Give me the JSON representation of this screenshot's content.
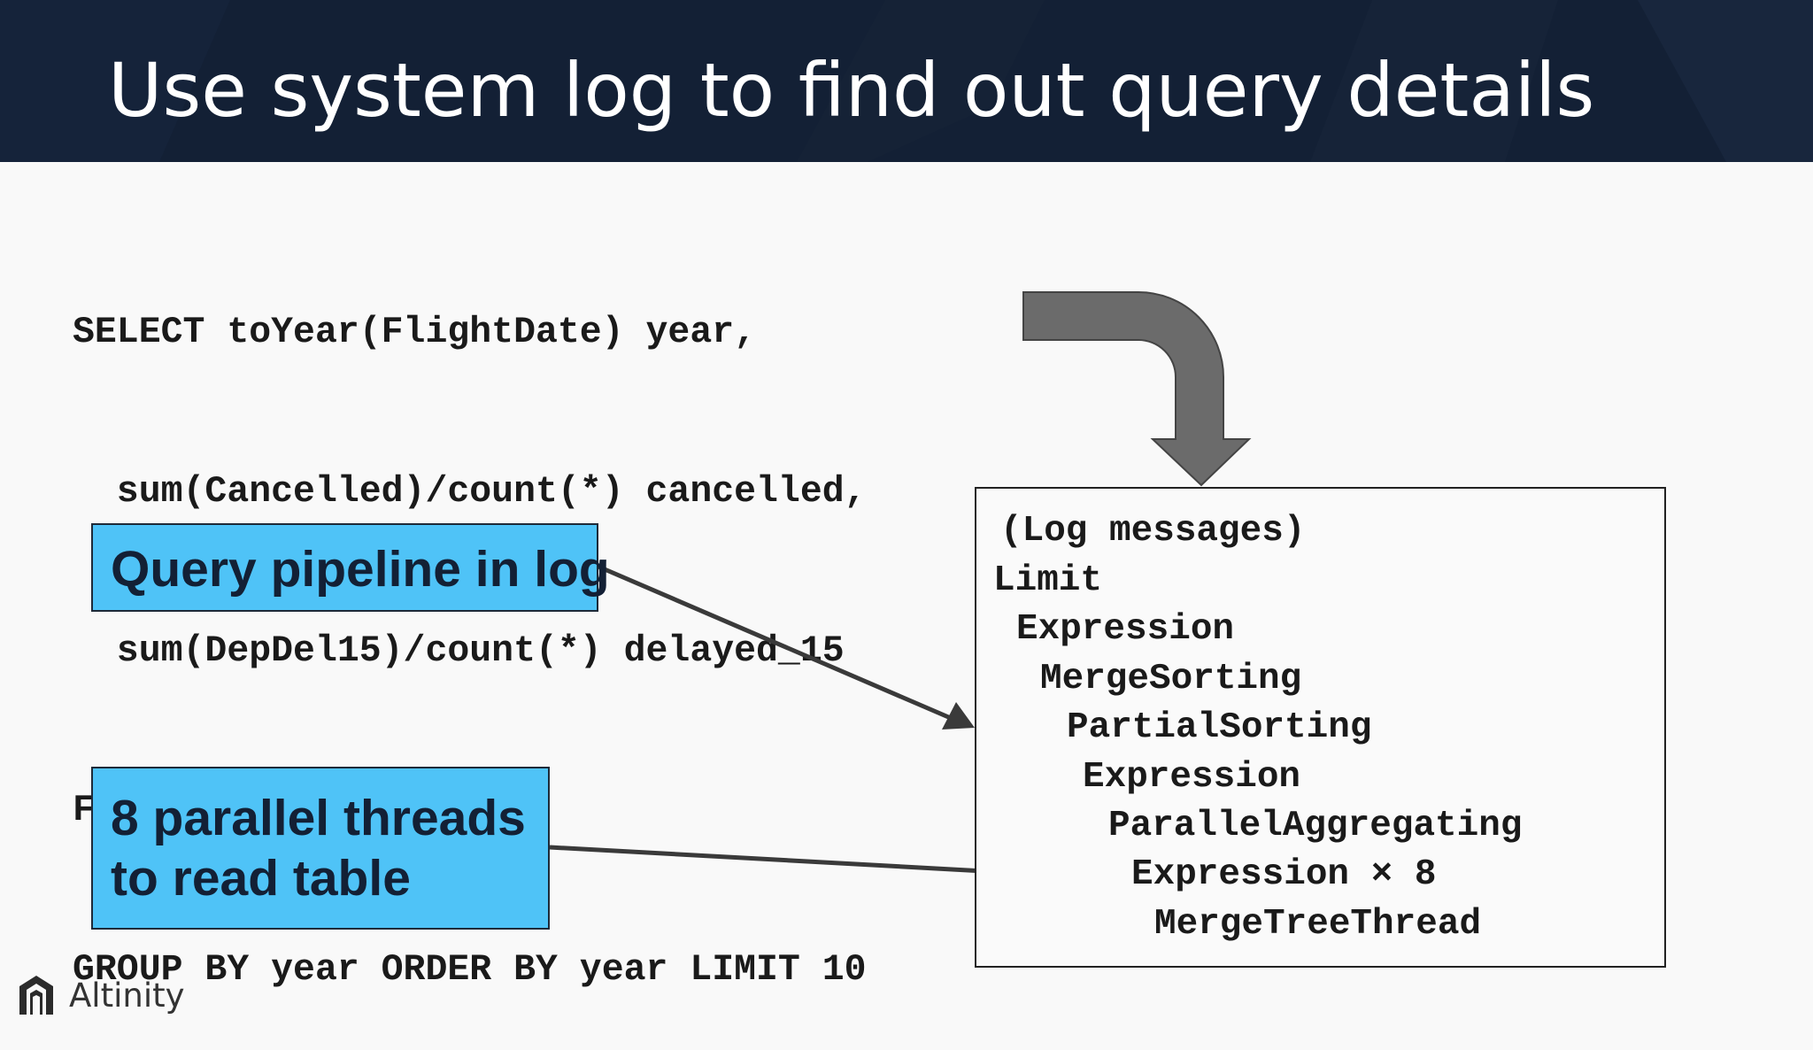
{
  "slide": {
    "title": "Use system log to find out query details"
  },
  "sql": {
    "lines": [
      "SELECT toYear(FlightDate) year,",
      "  sum(Cancelled)/count(*) cancelled,",
      "  sum(DepDel15)/count(*) delayed_15",
      "FROM airline.ontime",
      "GROUP BY year ORDER BY year LIMIT 10"
    ]
  },
  "callouts": {
    "pipeline": "Query pipeline in log",
    "threads_line1": "8 parallel threads",
    "threads_line2": "to read table",
    "color": "#4fc3f7"
  },
  "log": {
    "lines": [
      "(Log messages)",
      "Limit",
      "Expression",
      "MergeSorting",
      "PartialSorting",
      "Expression",
      "ParallelAggregating",
      "Expression × 8",
      "MergeTreeThread"
    ]
  },
  "brand": {
    "name": "Altinity",
    "icon": "altinity-logo-icon"
  },
  "colors": {
    "header_bg": "#132035",
    "arrow": "#6b6b6b",
    "pointer": "#3a3a3a"
  }
}
